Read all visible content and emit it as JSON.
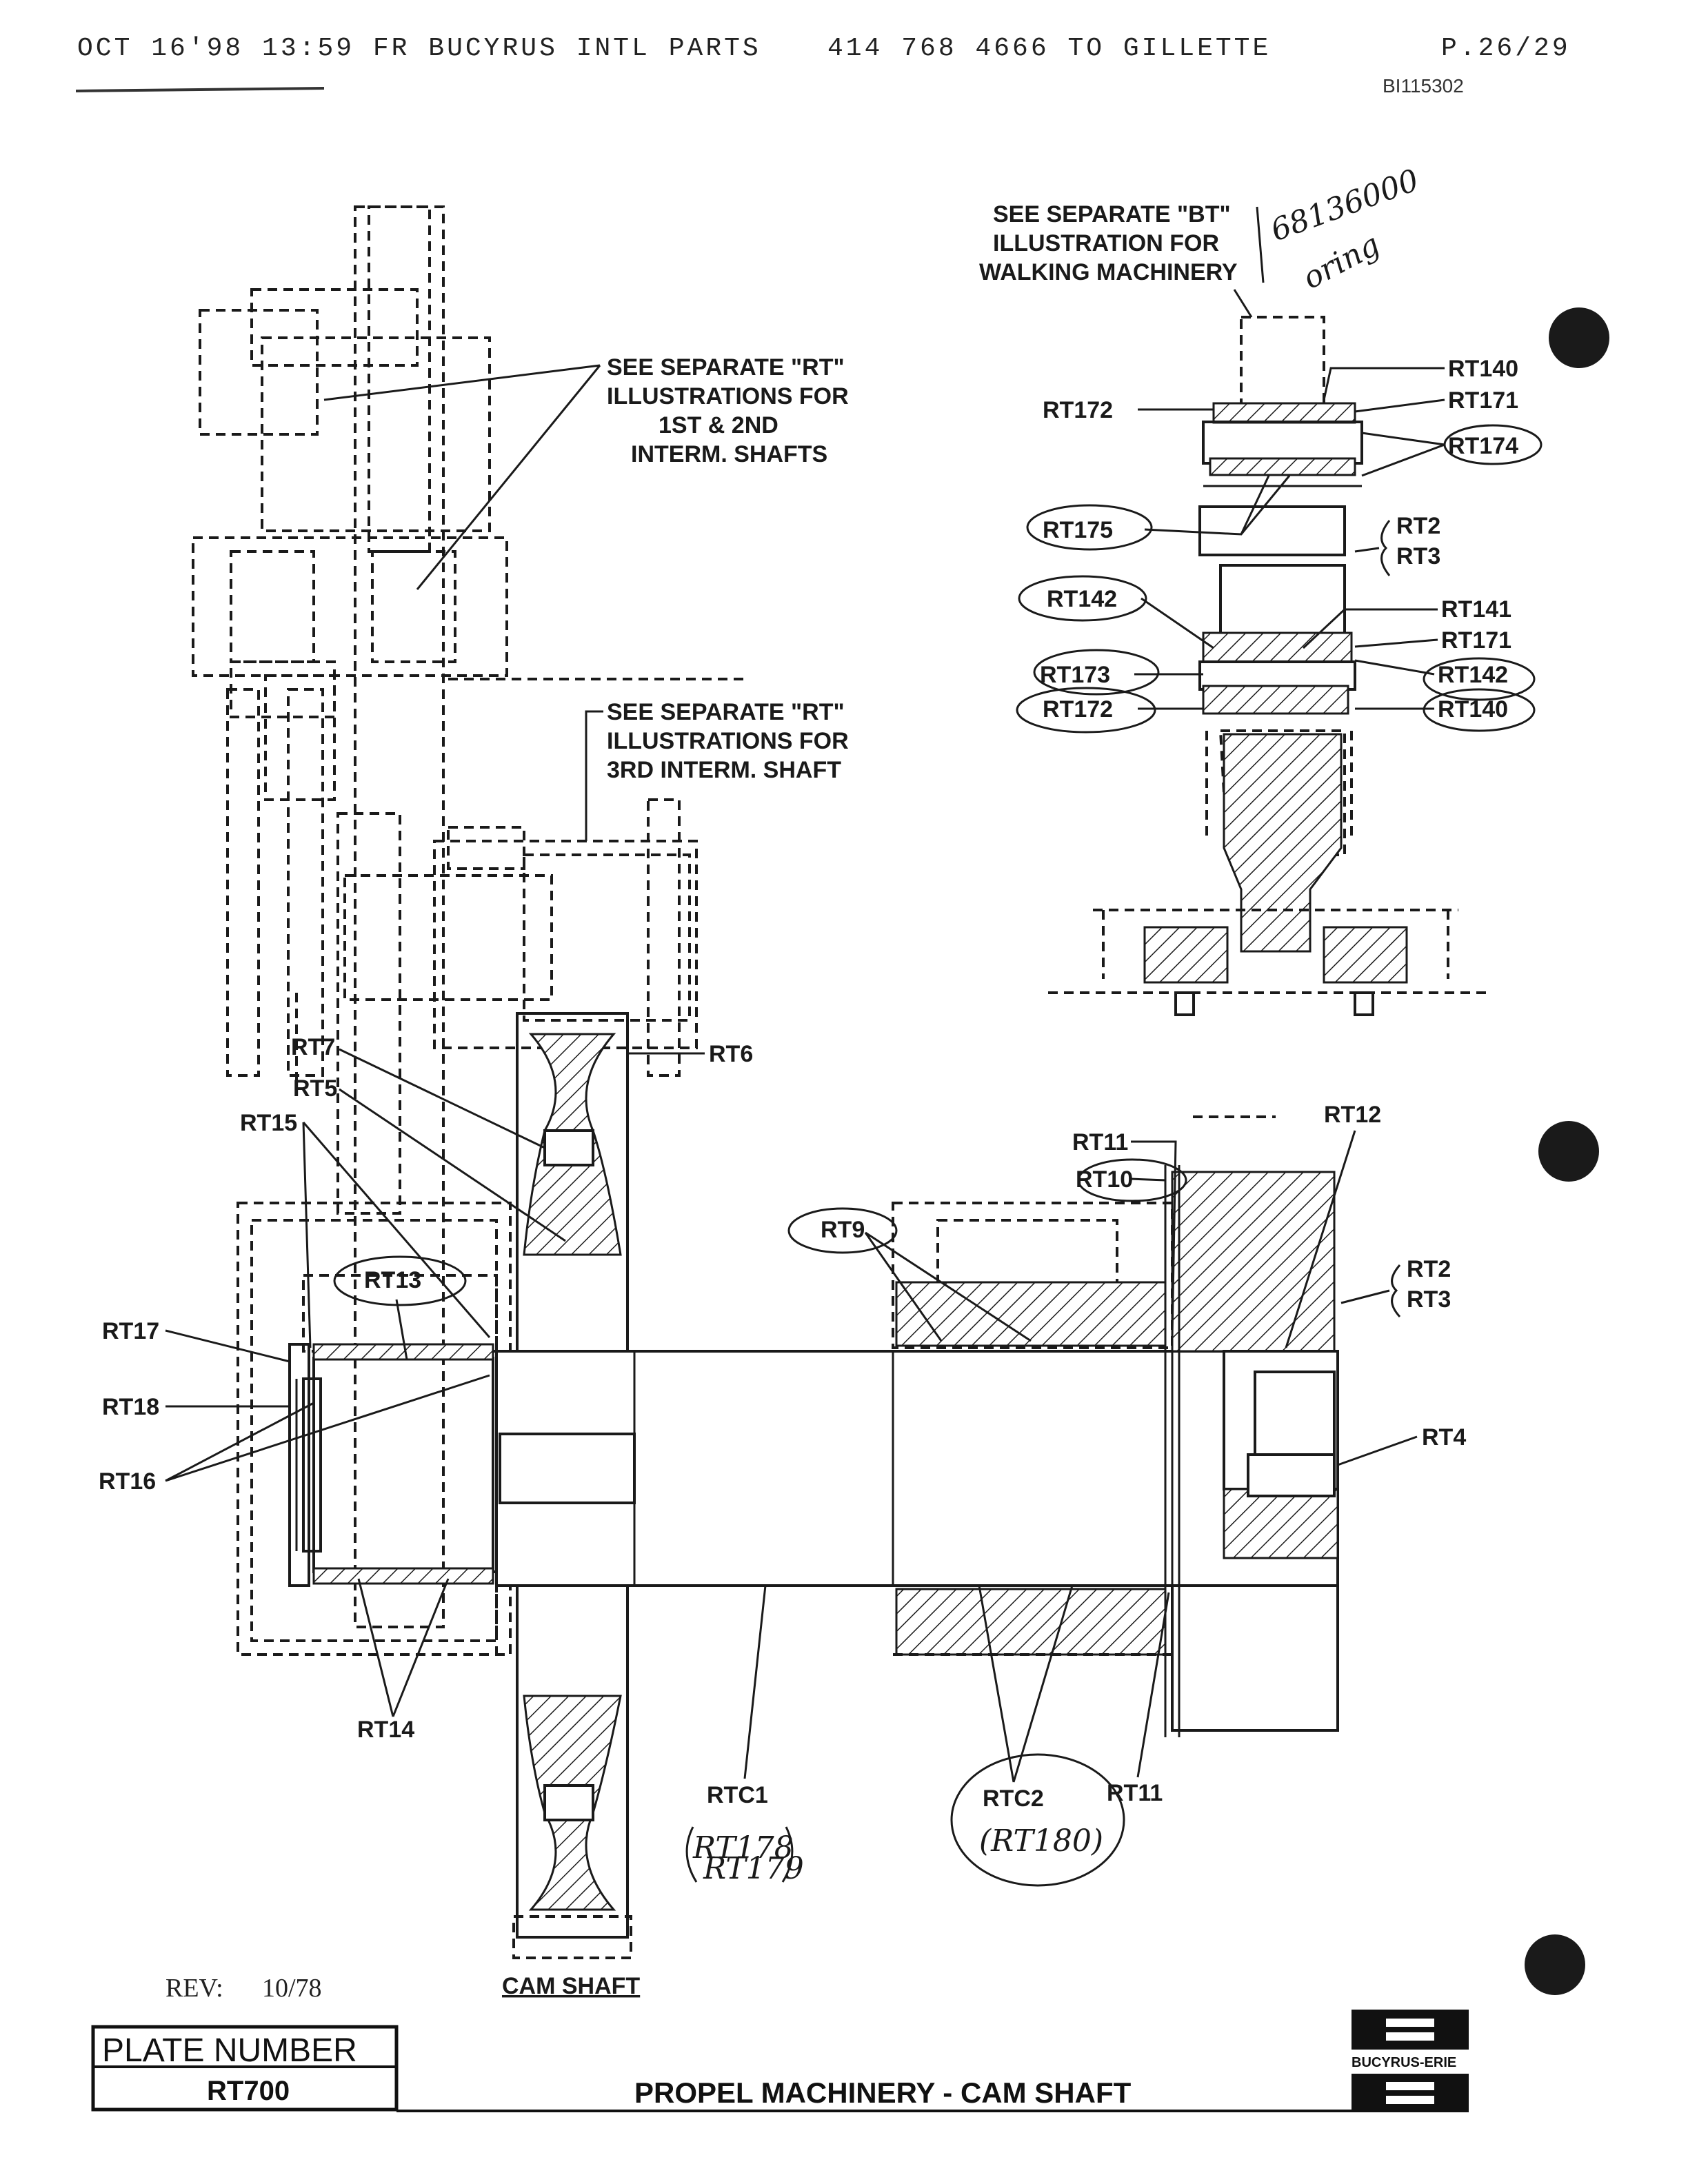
{
  "fax_header": {
    "left": "OCT 16'98 13:59 FR BUCYRUS INTL PARTS",
    "middle": "414 768 4666 TO GILLETTE",
    "page": "P.26/29",
    "doc_id": "BI115302"
  },
  "notes": {
    "rt_first_second": [
      "SEE SEPARATE \"RT\"",
      "ILLUSTRATIONS FOR",
      "1ST & 2ND",
      "INTERM. SHAFTS"
    ],
    "rt_third": [
      "SEE SEPARATE \"RT\"",
      "ILLUSTRATIONS FOR",
      "3RD INTERM. SHAFT"
    ],
    "bt_walking": [
      "SEE SEPARATE \"BT\"",
      "ILLUSTRATION FOR",
      "WALKING MACHINERY"
    ]
  },
  "handwriting": {
    "part_number": "68136000",
    "word": "oring",
    "rtc1_note_1": "RT178",
    "rtc1_note_2": "RT179",
    "rtc2_note": "(RT180)"
  },
  "labels": {
    "rt140_top": "RT140",
    "rt171_top": "RT171",
    "rt174": "RT174",
    "rt172_top": "RT172",
    "rt175": "RT175",
    "rt2_top": "RT2",
    "rt3_top": "RT3",
    "rt142_left": "RT142",
    "rt141": "RT141",
    "rt171_mid": "RT171",
    "rt142_right": "RT142",
    "rt173": "RT173",
    "rt172_bottom": "RT172",
    "rt140_bottom": "RT140",
    "rt7": "RT7",
    "rt5": "RT5",
    "rt6": "RT6",
    "rt15": "RT15",
    "rt13": "RT13",
    "rt17": "RT17",
    "rt18": "RT18",
    "rt16": "RT16",
    "rt14": "RT14",
    "rt9": "RT9",
    "rt11_top": "RT11",
    "rt10": "RT10",
    "rt12": "RT12",
    "rt2_main": "RT2",
    "rt3_main": "RT3",
    "rt4": "RT4",
    "rtc1": "RTC1",
    "rtc2": "RTC2",
    "rt11_bottom": "RT11",
    "cam_shaft": "CAM SHAFT"
  },
  "title_block": {
    "rev_label": "REV:",
    "rev_value": "10/78",
    "plate_label": "PLATE NUMBER",
    "plate_value": "RT700",
    "title": "PROPEL MACHINERY - CAM SHAFT",
    "brand": "BUCYRUS-ERIE"
  }
}
